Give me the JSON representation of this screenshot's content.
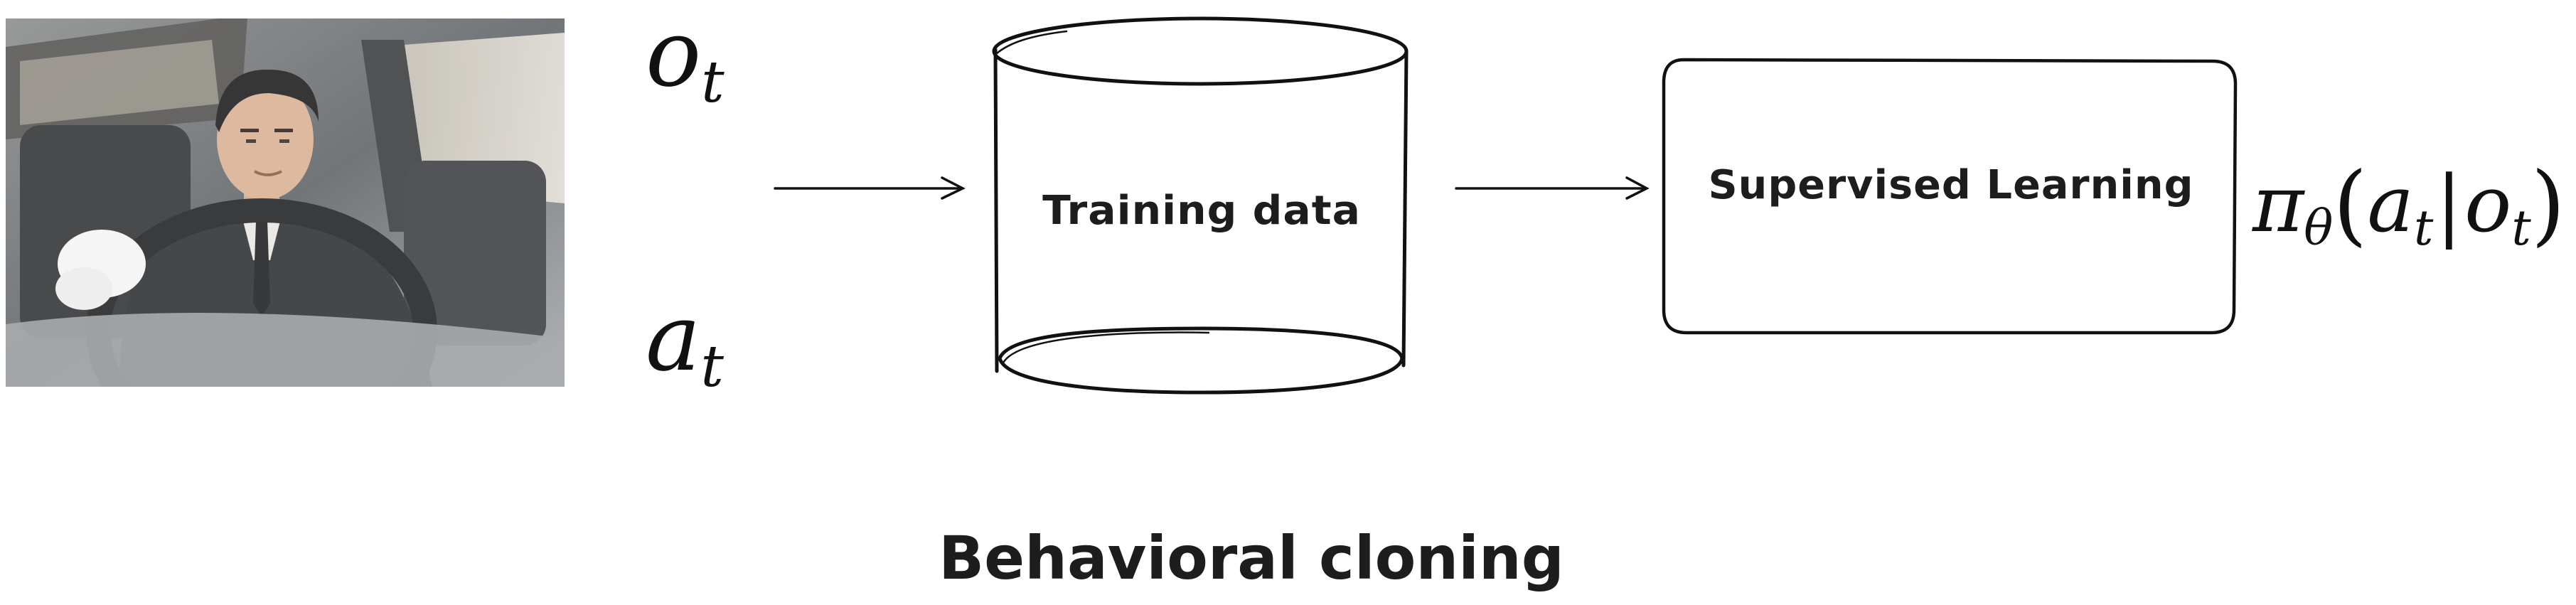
{
  "observation_symbol": {
    "base": "o",
    "sub": "t"
  },
  "action_symbol": {
    "base": "a",
    "sub": "t"
  },
  "policy": {
    "pi": "π",
    "theta": "θ",
    "open": "(",
    "a": "a",
    "t1": "t",
    "given": "|",
    "o": "o",
    "t2": "t",
    "close": ")"
  },
  "nodes": {
    "training_data": "Training data",
    "supervised_learning": "Supervised Learning"
  },
  "caption": "Behavioral cloning"
}
